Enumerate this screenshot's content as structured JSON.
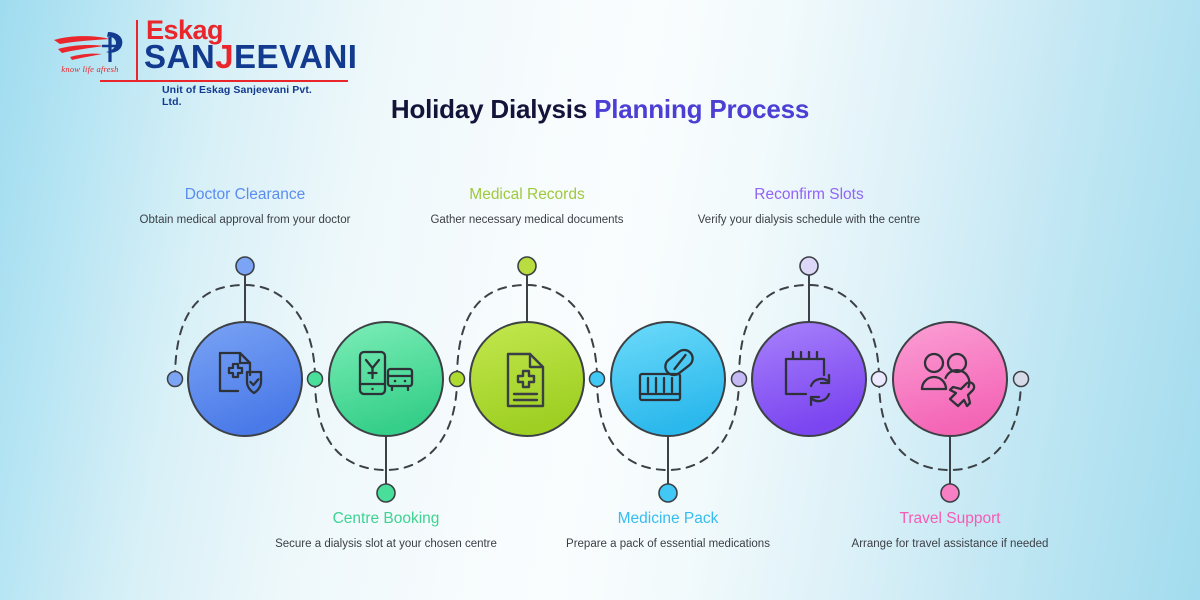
{
  "brand": {
    "name_top": "Eskag",
    "name_main_pre": "SAN",
    "name_main_j": "J",
    "name_main_post": "EEVANI",
    "tagline": "know life afresh",
    "unit_line": "Unit of Eskag Sanjeevani Pvt. Ltd.",
    "logo_red": "#e8262b",
    "logo_blue": "#123a8f"
  },
  "header": {
    "title_plain": "Holiday Dialysis ",
    "title_accent": "Planning Process",
    "accent_color": "#4b3fd4",
    "plain_color": "#14133a"
  },
  "diagram": {
    "type": "process-flow",
    "orientation": "horizontal-serpentine",
    "step_count": 6,
    "connector_style": "dashed-arc",
    "steps": [
      {
        "index": 1,
        "title": "Doctor Clearance",
        "description": "Obtain medical approval from your doctor",
        "label_position": "top",
        "color": "#5b8def",
        "color_light": "#7ba4f5",
        "color_dark": "#4a7ae8",
        "title_color": "#5b8def",
        "icon": "medical-document-shield-icon"
      },
      {
        "index": 2,
        "title": "Centre Booking",
        "description": "Secure a dialysis slot at your chosen centre",
        "label_position": "bottom",
        "color": "#49de9a",
        "color_light": "#7deeb8",
        "color_dark": "#36cf89",
        "title_color": "#3dd392",
        "icon": "phone-booking-icon"
      },
      {
        "index": 3,
        "title": "Medical Records",
        "description": "Gather necessary medical documents",
        "label_position": "top",
        "color": "#aedb2f",
        "color_light": "#c3e84f",
        "color_dark": "#9ecf22",
        "title_color": "#9dc93b",
        "icon": "medical-file-icon"
      },
      {
        "index": 4,
        "title": "Medicine Pack",
        "description": "Prepare a pack of essential medications",
        "label_position": "bottom",
        "color": "#42c8f4",
        "color_light": "#6ddbfa",
        "color_dark": "#2bb8ec",
        "title_color": "#35bdf0",
        "icon": "pills-blister-icon"
      },
      {
        "index": 5,
        "title": "Reconfirm Slots",
        "description": "Verify your dialysis schedule with the centre",
        "label_position": "top",
        "color": "#8a5cf5",
        "color_light": "#a882fb",
        "color_dark": "#7b45f0",
        "title_color": "#9164f7",
        "icon": "calendar-refresh-icon"
      },
      {
        "index": 6,
        "title": "Travel Support",
        "description": "Arrange for travel assistance if needed",
        "label_position": "bottom",
        "color": "#f77fc4",
        "color_light": "#fba0d5",
        "color_dark": "#f465b6",
        "title_color": "#f75ab4",
        "icon": "people-airplane-icon"
      }
    ],
    "node_dots": [
      {
        "name": "dot-left-end",
        "color": "#7ba4f5"
      },
      {
        "name": "dot-step-1-2",
        "color": "#49de9a"
      },
      {
        "name": "dot-step-2-3",
        "color": "#aedb2f"
      },
      {
        "name": "dot-step-3-4",
        "color": "#42c8f4"
      },
      {
        "name": "dot-step-4-5",
        "color": "#c5b9f5"
      },
      {
        "name": "dot-step-5-6",
        "color": "#e8e4fb"
      },
      {
        "name": "dot-right-end",
        "color": "#cfd4e8"
      }
    ]
  }
}
